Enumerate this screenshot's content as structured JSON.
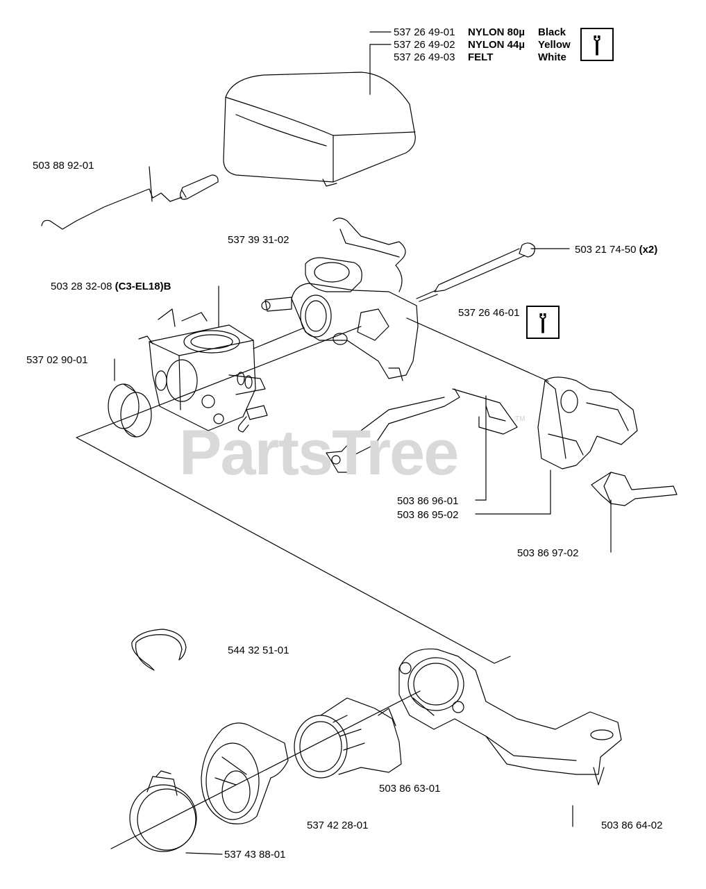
{
  "watermark": {
    "text": "PartsTree",
    "trademark": "TM"
  },
  "air_filter_options": [
    {
      "part_no": "537 26 49-01",
      "material": "NYLON 80µ",
      "color": "Black"
    },
    {
      "part_no": "537 26 49-02",
      "material": "NYLON 44µ",
      "color": "Yellow"
    },
    {
      "part_no": "537 26 49-03",
      "material": "FELT",
      "color": "White"
    }
  ],
  "parts": {
    "choke_rod": "503 88 92-01",
    "carb_housing": "537 39 31-02",
    "screw": "503 21 74-50",
    "screw_qty": "(x2)",
    "carburetor_no": "503 28 32-08",
    "carburetor_model": "(C3-EL18)B",
    "tool_part": "537 26 46-01",
    "ring": "537 02 90-01",
    "lever": "503 86 96-01",
    "bracket": "503 86 95-02",
    "spring": "503 86 97-02",
    "circlip": "544 32 51-01",
    "intake_boot": "503 86 63-01",
    "intake_manifold": "503 86 64-02",
    "adapter": "537 42 28-01",
    "clamp": "537 43 88-01"
  },
  "icons": {
    "service_tool": "wrench-icon"
  }
}
